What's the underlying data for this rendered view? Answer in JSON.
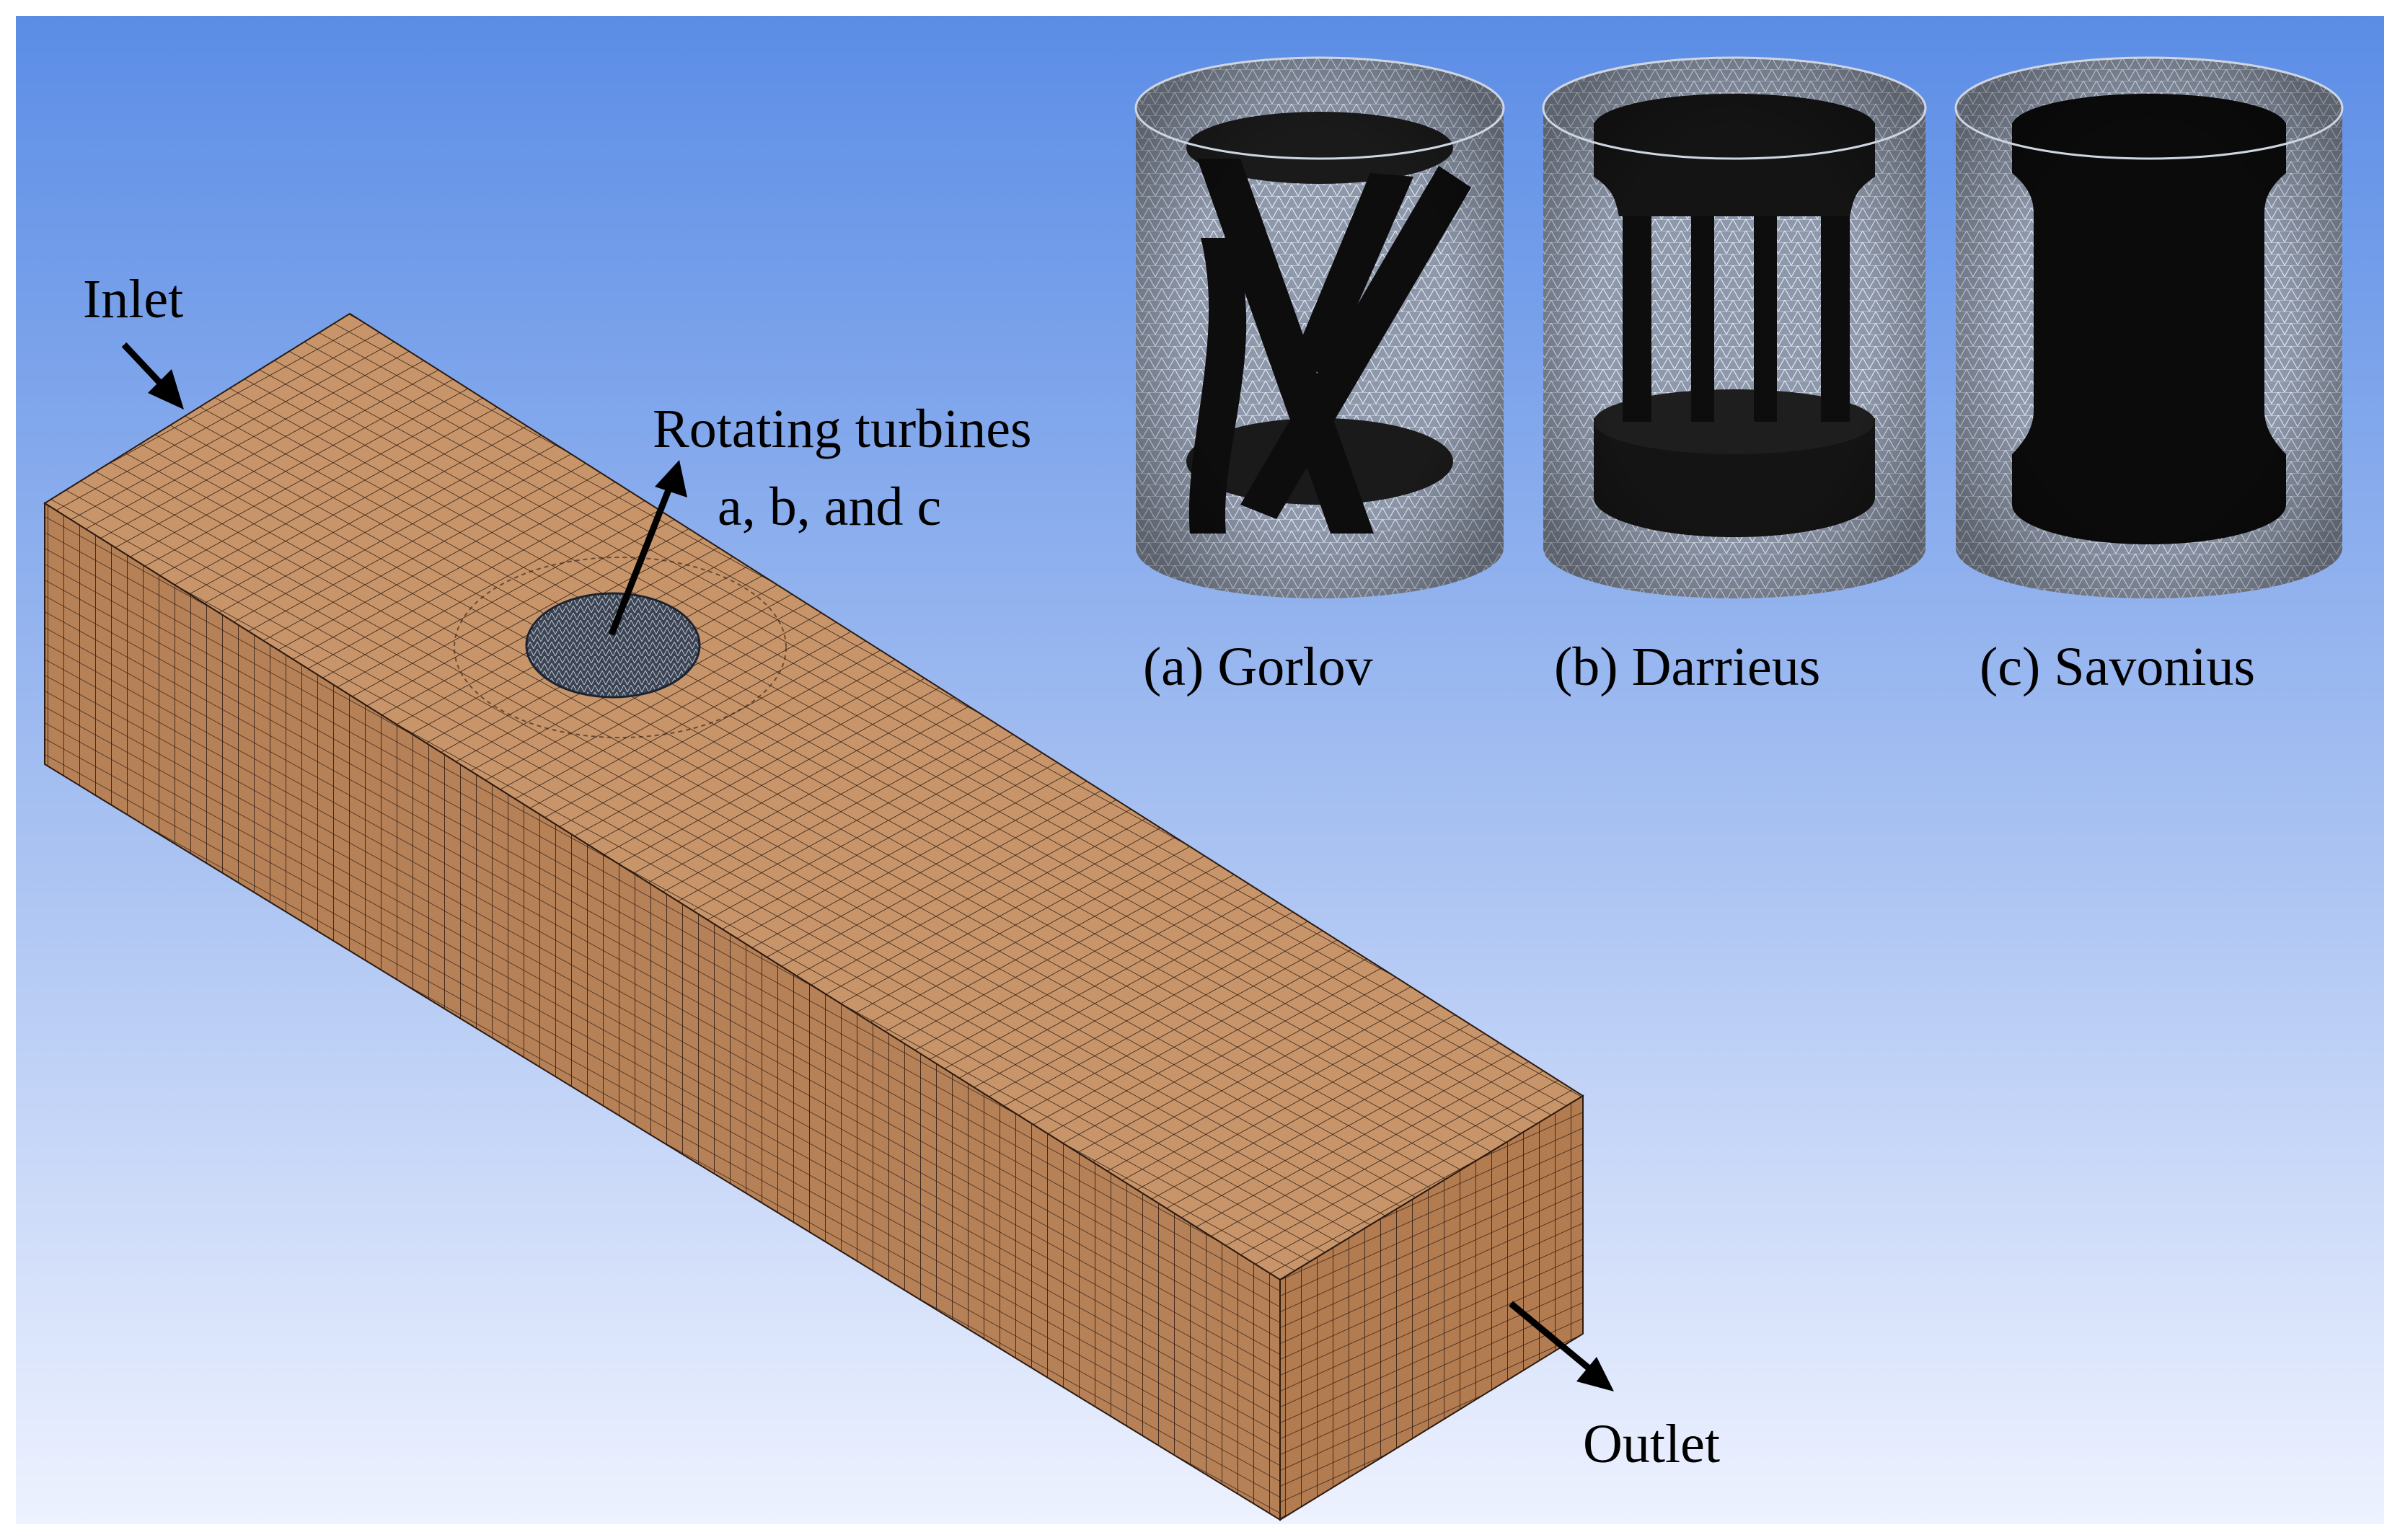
{
  "labels": {
    "inlet": "Inlet",
    "outlet": "Outlet",
    "turbines_line1": "Rotating turbines",
    "turbines_line2": "a, b, and c"
  },
  "insets": [
    {
      "id": "a",
      "caption": "(a) Gorlov"
    },
    {
      "id": "b",
      "caption": "(b) Darrieus"
    },
    {
      "id": "c",
      "caption": "(c) Savonius"
    }
  ],
  "colors": {
    "background_top": "#5b8de6",
    "background_bottom": "#e9efff",
    "mesh_face_top": "#c8956a",
    "mesh_face_left": "#b78157",
    "mesh_face_right": "#b37b50",
    "mesh_line": "#2b1a10",
    "cylinder_mesh": "#9aa3b4",
    "cylinder_dark": "#111111",
    "arrow": "#000000"
  }
}
